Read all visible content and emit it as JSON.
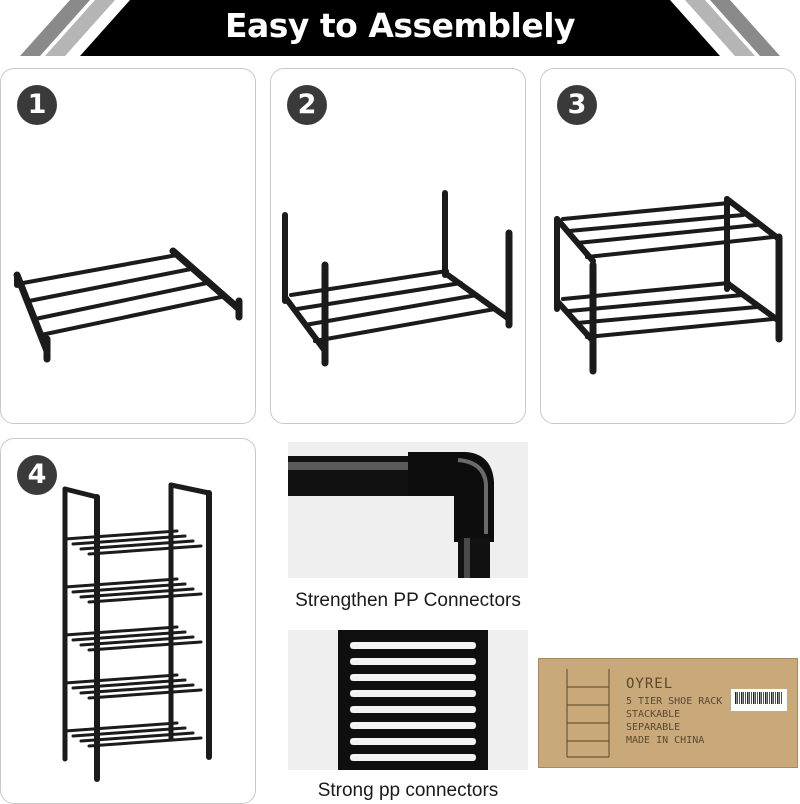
{
  "banner": {
    "title": "Easy to Assemblely"
  },
  "steps": [
    {
      "number": "1"
    },
    {
      "number": "2"
    },
    {
      "number": "3"
    },
    {
      "number": "4"
    }
  ],
  "details": [
    {
      "caption": "Strengthen PP Connectors"
    },
    {
      "caption": "Strong pp connectors"
    }
  ],
  "package": {
    "brand": "OYREL",
    "lines": [
      "5 TIER SHOE RACK",
      "STACKABLE",
      "SEPARABLE",
      "MADE IN CHINA"
    ]
  },
  "colors": {
    "rack": "#1b1b1b",
    "banner": "#000000",
    "stripe": "#8a8a8a",
    "cardboard": "#c9a97a"
  }
}
